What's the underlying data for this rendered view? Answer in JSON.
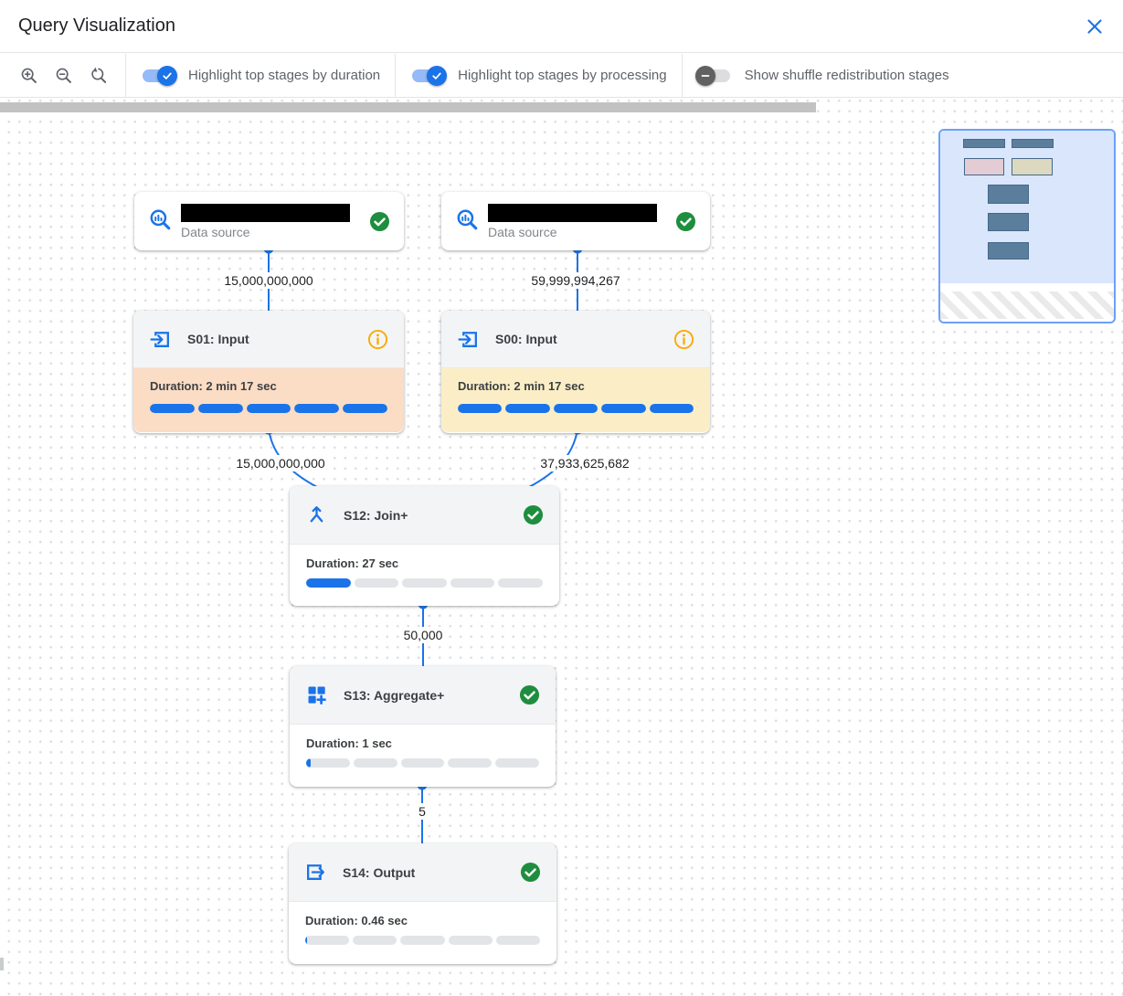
{
  "window": {
    "title": "Query Visualization"
  },
  "toolbar": {
    "zoom_controls": [
      {
        "name": "zoom-in"
      },
      {
        "name": "zoom-out"
      },
      {
        "name": "zoom-reset"
      }
    ],
    "toggles": [
      {
        "label": "Highlight top stages by duration",
        "state": "on"
      },
      {
        "label": "Highlight top stages by processing",
        "state": "on"
      },
      {
        "label": "Show shuffle redistribution stages",
        "state": "off"
      }
    ]
  },
  "graph": {
    "datasources": [
      {
        "subtitle": "Data source",
        "name_redacted": true,
        "status": "completed"
      },
      {
        "subtitle": "Data source",
        "name_redacted": true,
        "status": "completed"
      }
    ],
    "stages": [
      {
        "title": "S01: Input",
        "duration": "Duration: 2 min 17 sec",
        "progress_pct": 100,
        "status": "info",
        "highlight": "top-by-duration",
        "body_color": "#fbdcc4"
      },
      {
        "title": "S00: Input",
        "duration": "Duration: 2 min 17 sec",
        "progress_pct": 100,
        "status": "info",
        "highlight": "top-by-processing",
        "body_color": "#fbeec6"
      },
      {
        "title": "S12: Join+",
        "duration": "Duration: 27 sec",
        "progress_pct": 20,
        "status": "completed",
        "highlight": "none",
        "body_color": "#ffffff"
      },
      {
        "title": "S13: Aggregate+",
        "duration": "Duration: 1 sec",
        "progress_pct": 2,
        "status": "completed",
        "highlight": "none",
        "body_color": "#ffffff"
      },
      {
        "title": "S14: Output",
        "duration": "Duration: 0.46 sec",
        "progress_pct": 1,
        "status": "completed",
        "highlight": "none",
        "body_color": "#ffffff"
      }
    ],
    "edge_labels": [
      "15,000,000,000",
      "59,999,994,267",
      "15,000,000,000",
      "37,933,625,682",
      "50,000",
      "5"
    ]
  },
  "colors": {
    "accent_blue": "#1a73e8",
    "success_green": "#1e8e3e",
    "info_orange": "#f9ab00",
    "highlight_duration": "#fbdcc4",
    "highlight_processing": "#fbeec6",
    "edge_blue": "#1a73e8"
  }
}
